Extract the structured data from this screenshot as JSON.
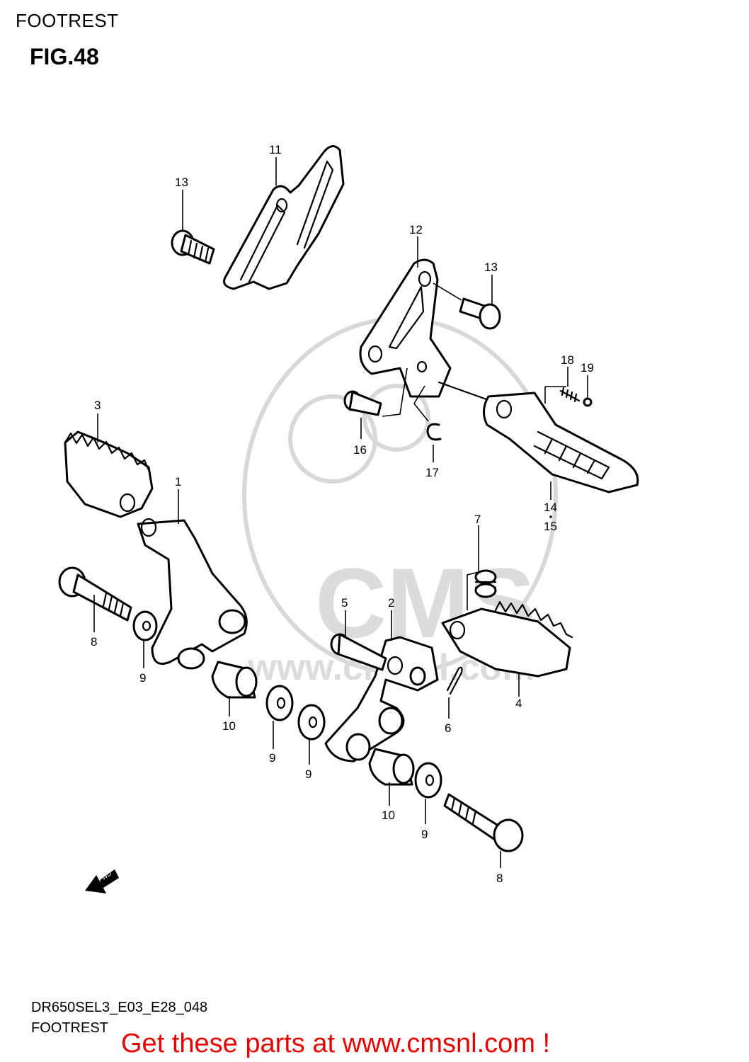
{
  "header": {
    "section_title": "FOOTREST",
    "figure_label": "FIG.48"
  },
  "watermark": {
    "logo_text": "CMS",
    "url_text": "www.cmsnl.com"
  },
  "direction_marker": {
    "label": "FWD"
  },
  "callouts": [
    {
      "id": "c1",
      "label": "1"
    },
    {
      "id": "c2",
      "label": "2"
    },
    {
      "id": "c3",
      "label": "3"
    },
    {
      "id": "c4",
      "label": "4"
    },
    {
      "id": "c5",
      "label": "5"
    },
    {
      "id": "c6",
      "label": "6"
    },
    {
      "id": "c7",
      "label": "7"
    },
    {
      "id": "c8a",
      "label": "8"
    },
    {
      "id": "c8b",
      "label": "8"
    },
    {
      "id": "c9a",
      "label": "9"
    },
    {
      "id": "c9b",
      "label": "9"
    },
    {
      "id": "c9c",
      "label": "9"
    },
    {
      "id": "c9d",
      "label": "9"
    },
    {
      "id": "c10a",
      "label": "10"
    },
    {
      "id": "c10b",
      "label": "10"
    },
    {
      "id": "c11",
      "label": "11"
    },
    {
      "id": "c12",
      "label": "12"
    },
    {
      "id": "c13a",
      "label": "13"
    },
    {
      "id": "c13b",
      "label": "13"
    },
    {
      "id": "c14",
      "label": "14"
    },
    {
      "id": "c15",
      "label": "15"
    },
    {
      "id": "c16",
      "label": "16"
    },
    {
      "id": "c17",
      "label": "17"
    },
    {
      "id": "c18",
      "label": "18"
    },
    {
      "id": "c19",
      "label": "19"
    }
  ],
  "footer": {
    "model_code": "DR650SEL3_E03_E28_048",
    "section_title": "FOOTREST",
    "call_to_action": "Get these parts at www.cmsnl.com !",
    "cta_color": "#e60000"
  }
}
